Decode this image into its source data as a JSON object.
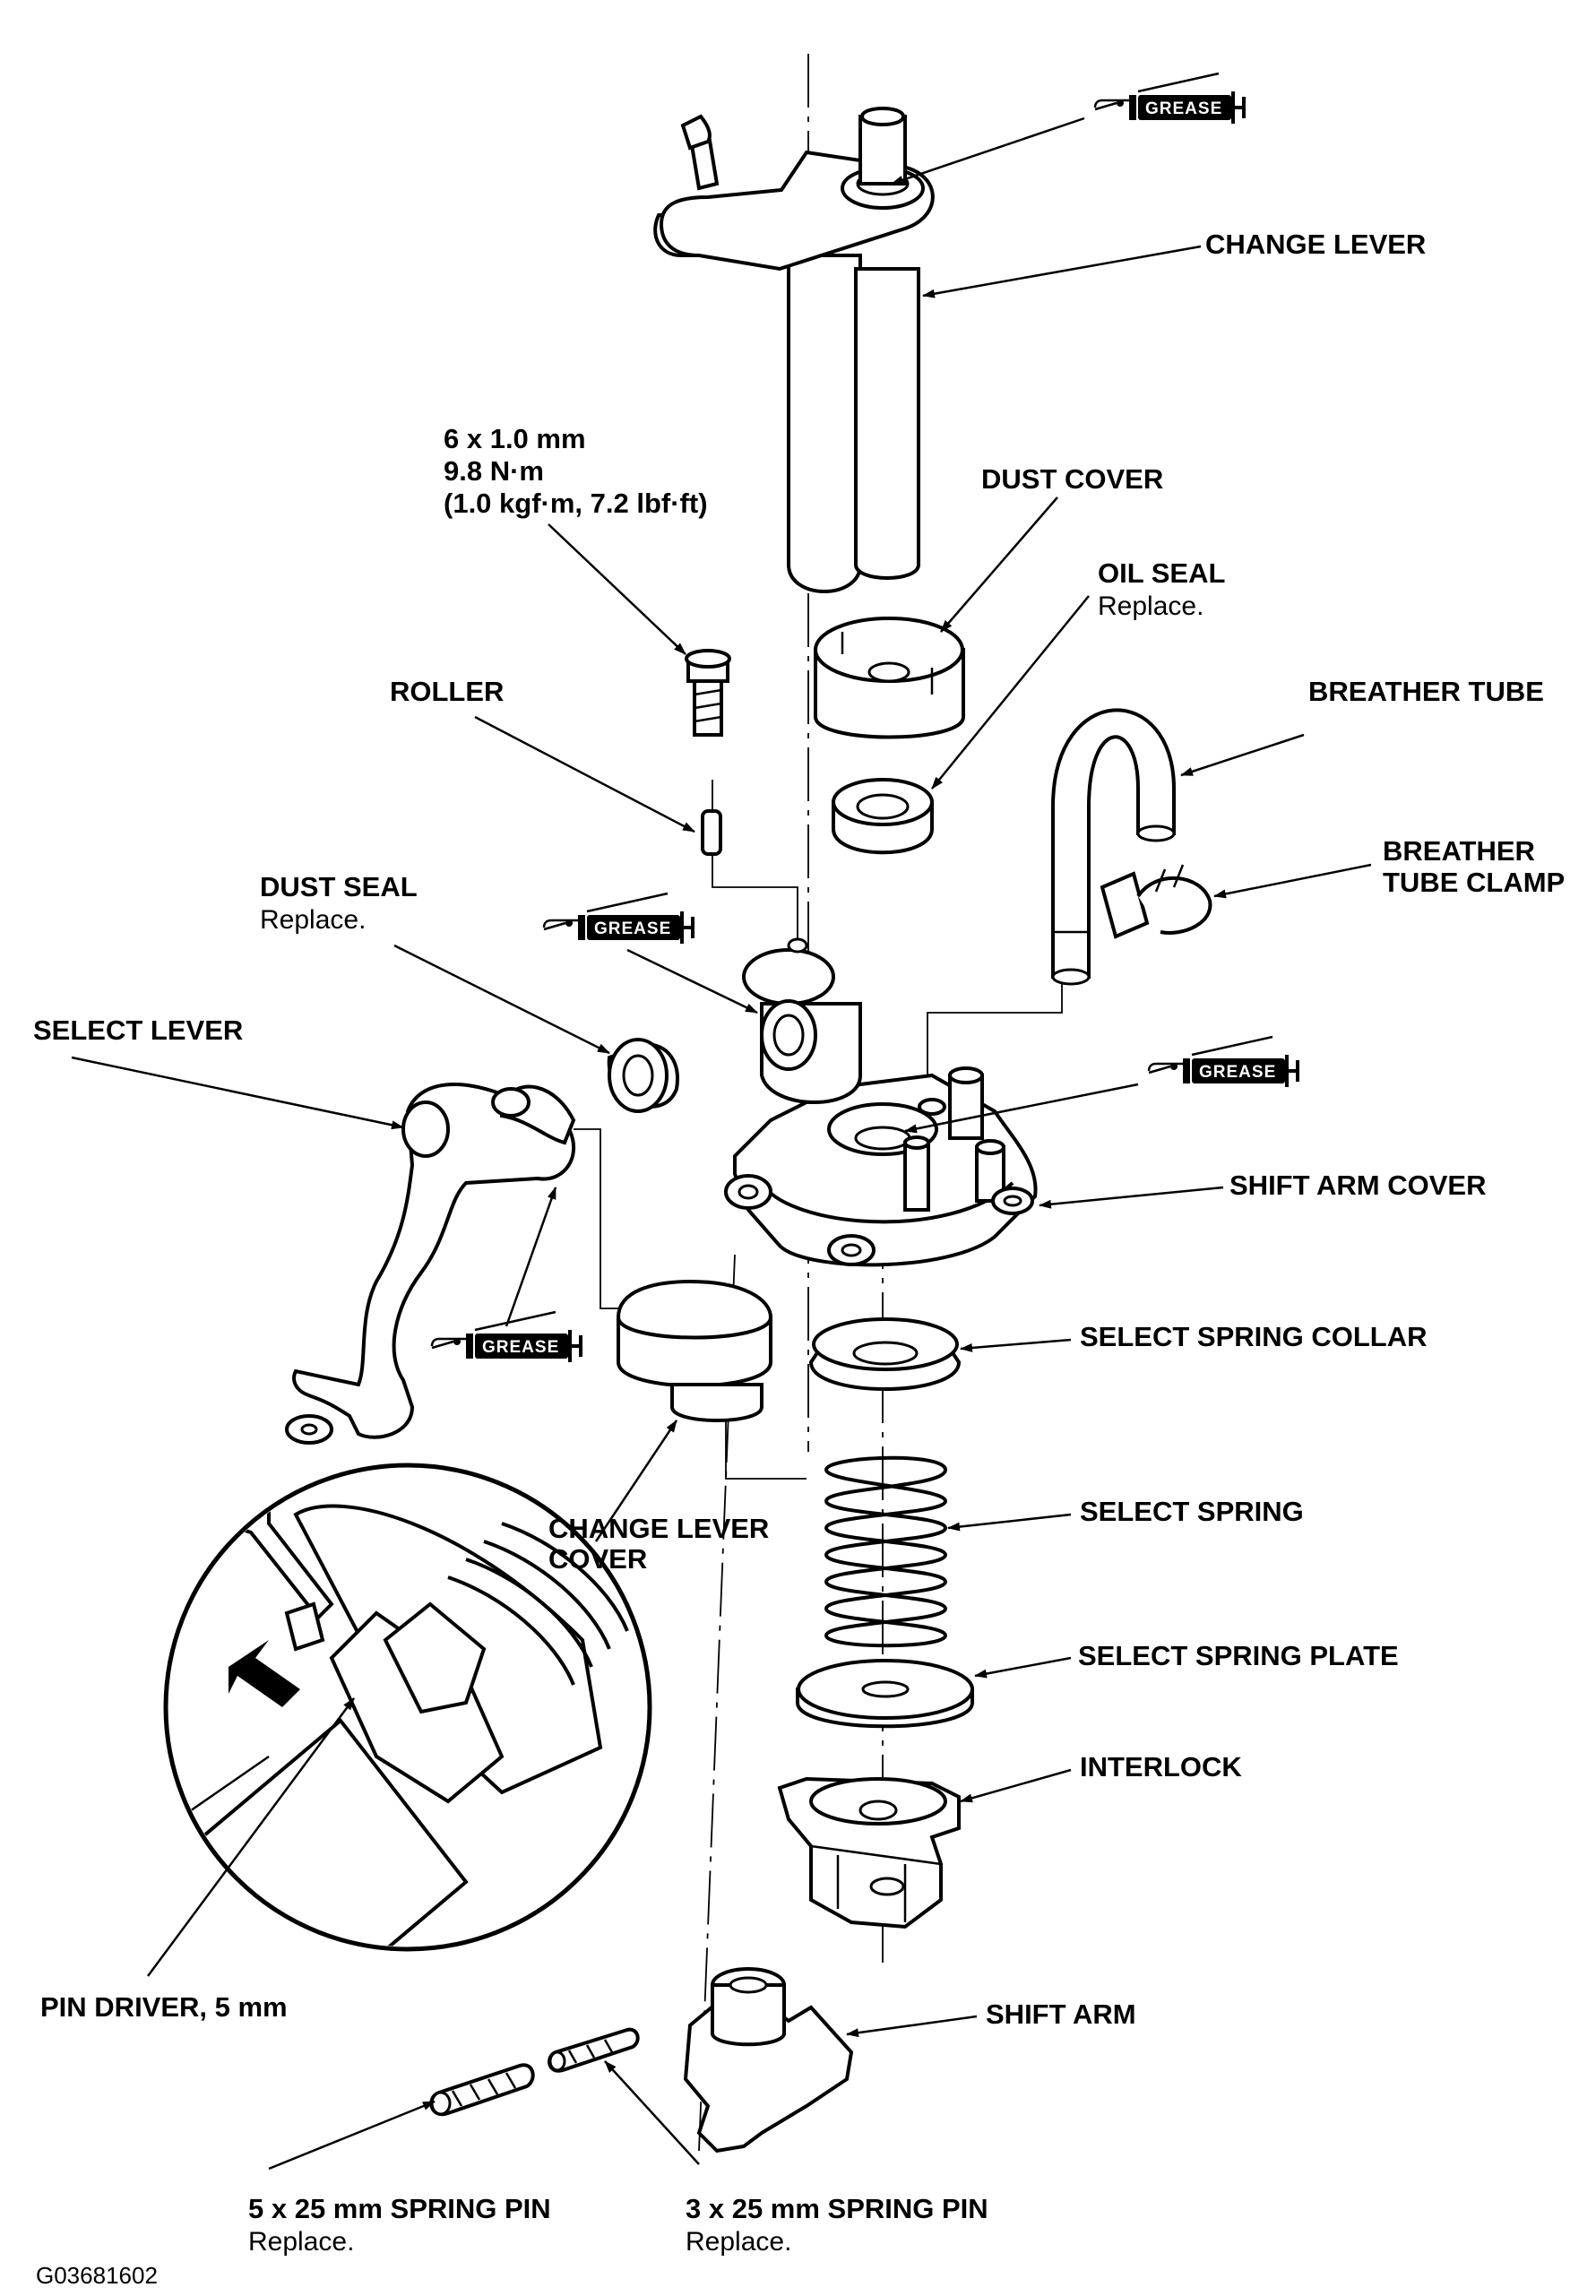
{
  "labels": {
    "change_lever": "CHANGE LEVER",
    "bolt_size": "6 x 1.0 mm",
    "bolt_torque": "9.8 N·m",
    "bolt_torque_alt": "(1.0 kgf·m, 7.2 lbf·ft)",
    "dust_cover": "DUST COVER",
    "oil_seal": "OIL SEAL",
    "roller": "ROLLER",
    "breather_tube": "BREATHER TUBE",
    "breather_tube_clamp_1": "BREATHER",
    "breather_tube_clamp_2": "TUBE CLAMP",
    "dust_seal": "DUST SEAL",
    "select_lever": "SELECT LEVER",
    "shift_arm_cover": "SHIFT ARM COVER",
    "select_spring_collar": "SELECT SPRING COLLAR",
    "select_spring": "SELECT SPRING",
    "change_lever_cover_1": "CHANGE LEVER",
    "change_lever_cover_2": "COVER",
    "select_spring_plate": "SELECT SPRING PLATE",
    "interlock": "INTERLOCK",
    "pin_driver": "PIN DRIVER, 5 mm",
    "shift_arm": "SHIFT ARM",
    "spring_pin_5": "5 x 25 mm SPRING PIN",
    "spring_pin_3": "3 x 25 mm SPRING PIN",
    "replace": "Replace.",
    "grease": "GREASE",
    "figure_code": "G03681602"
  },
  "icons": {
    "grease_tube": "grease-tube-icon",
    "install_arrow": "arrow-icon"
  },
  "colors": {
    "ink": "#000000",
    "paper": "#ffffff"
  }
}
